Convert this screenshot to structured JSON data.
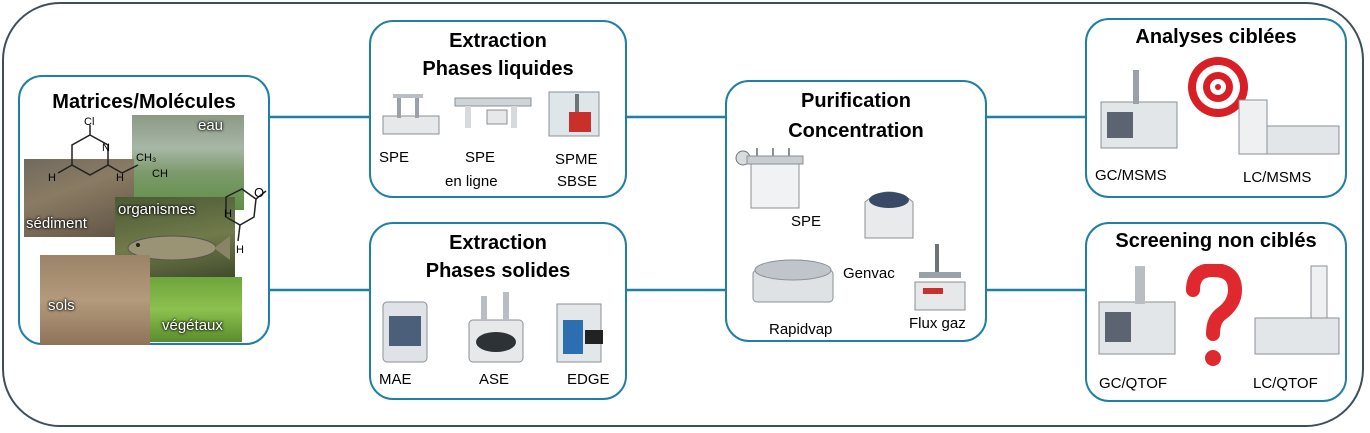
{
  "matrices": {
    "title": "Matrices/Molécules",
    "photos": {
      "eau": "eau",
      "sediment": "sédiment",
      "organismes": "organismes",
      "sols": "sols",
      "vegetaux": "végétaux"
    },
    "molecule1_atoms": {
      "cl": "Cl",
      "n": "N",
      "h1": "H",
      "ch3": "CH₃",
      "ch": "CH",
      "h2": "H"
    },
    "molecule2_atoms": {
      "o": "O",
      "h1": "H",
      "h2": "H"
    }
  },
  "extraction_liquides": {
    "title_line1": "Extraction",
    "title_line2": "Phases liquides",
    "items": {
      "spe": "SPE",
      "spe_line1": "SPE",
      "spe_line2": "en ligne",
      "spme": "SPME",
      "sbse": "SBSE"
    }
  },
  "extraction_solides": {
    "title_line1": "Extraction",
    "title_line2": "Phases solides",
    "items": {
      "mae": "MAE",
      "ase": "ASE",
      "edge": "EDGE"
    }
  },
  "purification": {
    "title_line1": "Purification",
    "title_line2": "Concentration",
    "items": {
      "spe": "SPE",
      "genvac": "Genvac",
      "rapidvap": "Rapidvap",
      "flux_gaz": "Flux gaz"
    }
  },
  "analyses_ciblees": {
    "title": "Analyses ciblées",
    "items": {
      "gc": "GC/MSMS",
      "lc": "LC/MSMS"
    },
    "icon": "target-icon"
  },
  "screening": {
    "title": "Screening non ciblés",
    "items": {
      "gc": "GC/QTOF",
      "lc": "LC/QTOF"
    },
    "icon": "question-mark-icon"
  },
  "colors": {
    "box_border": "#1f7fa4",
    "outer_border": "#3f4f5a",
    "target_red": "#d81f26",
    "question_red": "#e0282f"
  }
}
